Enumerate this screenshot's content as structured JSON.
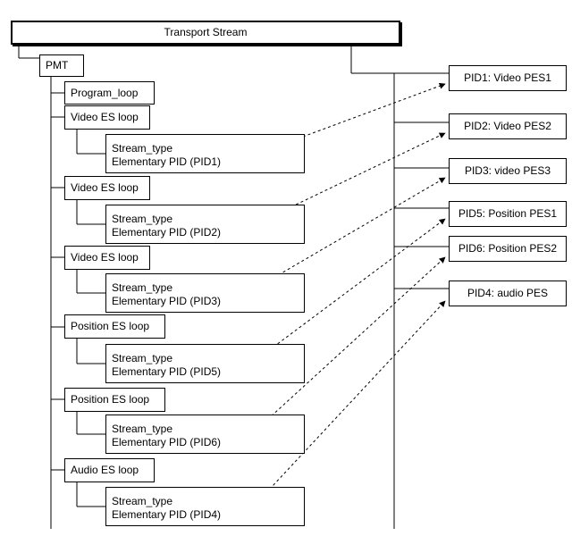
{
  "transport_stream": {
    "label": "Transport Stream"
  },
  "pmt": {
    "label": "PMT",
    "program_loop": "Program_loop",
    "loops": [
      {
        "title": "Video ES loop",
        "line1": "Stream_type",
        "line2": "Elementary PID (PID1)",
        "target": 0
      },
      {
        "title": "Video ES loop",
        "line1": "Stream_type",
        "line2": "Elementary PID (PID2)",
        "target": 1
      },
      {
        "title": "Video ES loop",
        "line1": "Stream_type",
        "line2": "Elementary PID (PID3)",
        "target": 2
      },
      {
        "title": "Position ES loop",
        "line1": "Stream_type",
        "line2": "Elementary PID (PID5)",
        "target": 3
      },
      {
        "title": "Position ES loop",
        "line1": "Stream_type",
        "line2": "Elementary PID (PID6)",
        "target": 4
      },
      {
        "title": "Audio ES loop",
        "line1": "Stream_type",
        "line2": "Elementary PID (PID4)",
        "target": 5
      }
    ]
  },
  "pes": [
    {
      "label": "PID1: Video PES1"
    },
    {
      "label": "PID2: Video PES2"
    },
    {
      "label": "PID3: video PES3"
    },
    {
      "label": "PID5: Position PES1"
    },
    {
      "label": "PID6: Position PES2"
    },
    {
      "label": "PID4: audio PES"
    }
  ]
}
